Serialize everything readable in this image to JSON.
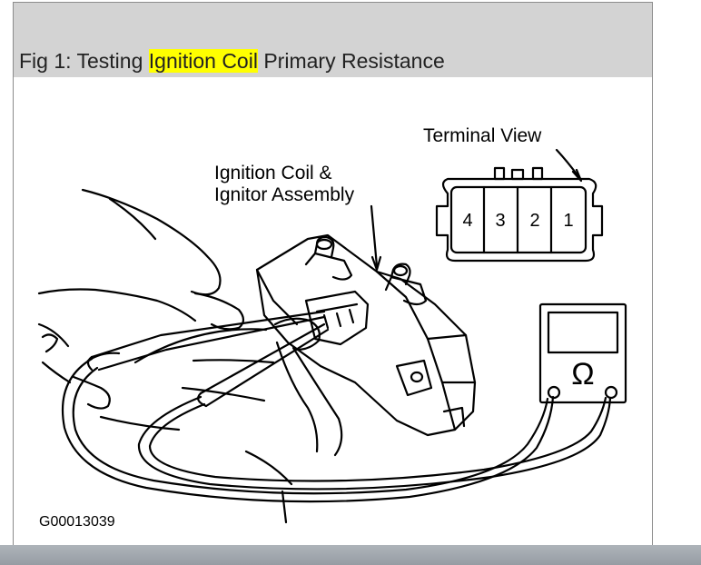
{
  "caption": {
    "prefix": "Fig 1: Testing ",
    "highlight": "Ignition Coil",
    "suffix": " Primary Resistance",
    "highlight_color": "#ffff00"
  },
  "diagram": {
    "labels": {
      "terminal_view": "Terminal View",
      "assembly_line1": "Ignition Coil &",
      "assembly_line2": "Ignitor Assembly",
      "figure_id": "G00013039",
      "ohm_symbol": "Ω"
    },
    "terminal_numbers": [
      "4",
      "3",
      "2",
      "1"
    ]
  },
  "colors": {
    "caption_bar": "#d3d3d3",
    "line_art": "#000000",
    "bottom_bar": "#a3a9af"
  }
}
